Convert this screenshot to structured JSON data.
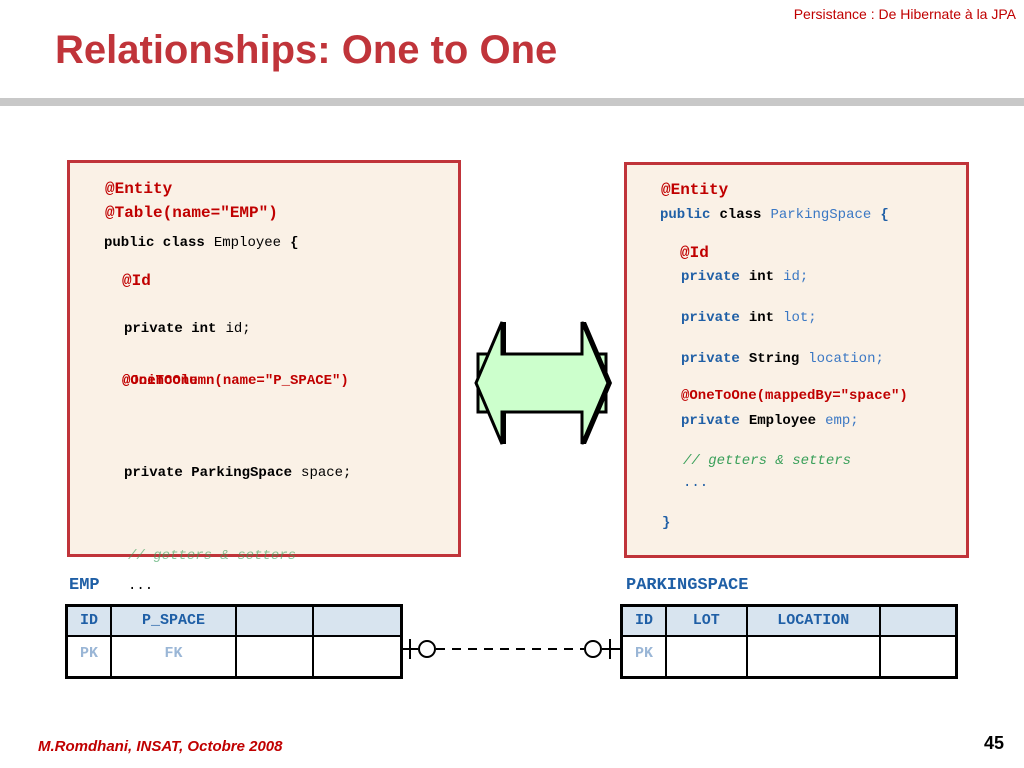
{
  "header_note": "Persistance : De Hibernate à la JPA",
  "title": "Relationships:  One to One",
  "left_code": {
    "l1": "@Entity",
    "l2": "@Table(name=\"EMP\")",
    "l3_kw": "public class",
    "l3_name": "Employee",
    "l3_brace": "{",
    "l4": "@Id",
    "l5_kw": "private int",
    "l5_name": "id;",
    "l6_a": "@OneToOne",
    "l6_b": "@JoinColumn(name=\"P_SPACE\")",
    "l7_kw": "private ParkingSpace",
    "l7_name": "space;",
    "l8": "// getters & setters",
    "l9": "...",
    "l10": "}"
  },
  "right_code": {
    "l1": "@Entity",
    "l2_kw": "public",
    "l2_kw2": "class",
    "l2_name": "ParkingSpace",
    "l2_brace": "{",
    "l3": "@Id",
    "l4_kw": "private",
    "l4_kw2": "int",
    "l4_name": "id;",
    "l5_kw": "private",
    "l5_kw2": "int",
    "l5_name": "lot;",
    "l6_kw": "private",
    "l6_kw2": "String",
    "l6_name": "location;",
    "l7": "@OneToOne(mappedBy=\"space\")",
    "l8_kw": "private",
    "l8_kw2": "Employee",
    "l8_name": "emp;",
    "l9": "// getters & setters",
    "l10": "...",
    "l11": "}"
  },
  "emp_table": {
    "caption": "EMP",
    "headers": [
      "ID",
      "P_SPACE",
      "",
      ""
    ],
    "row": [
      "PK",
      "FK",
      "",
      ""
    ]
  },
  "parking_table": {
    "caption": "PARKINGSPACE",
    "headers": [
      "ID",
      "LOT",
      "LOCATION",
      ""
    ],
    "row": [
      "PK",
      "",
      "",
      ""
    ]
  },
  "colors": {
    "title": "#c0343a",
    "box_border": "#c0343a",
    "box_fill": "#faf1e6",
    "arrow_fill": "#ccffcc",
    "table_header": "#d8e4ef",
    "keyword_blue": "#1f5fa6"
  },
  "footer": "M.Romdhani, INSAT, Octobre 2008",
  "page_number": "45"
}
